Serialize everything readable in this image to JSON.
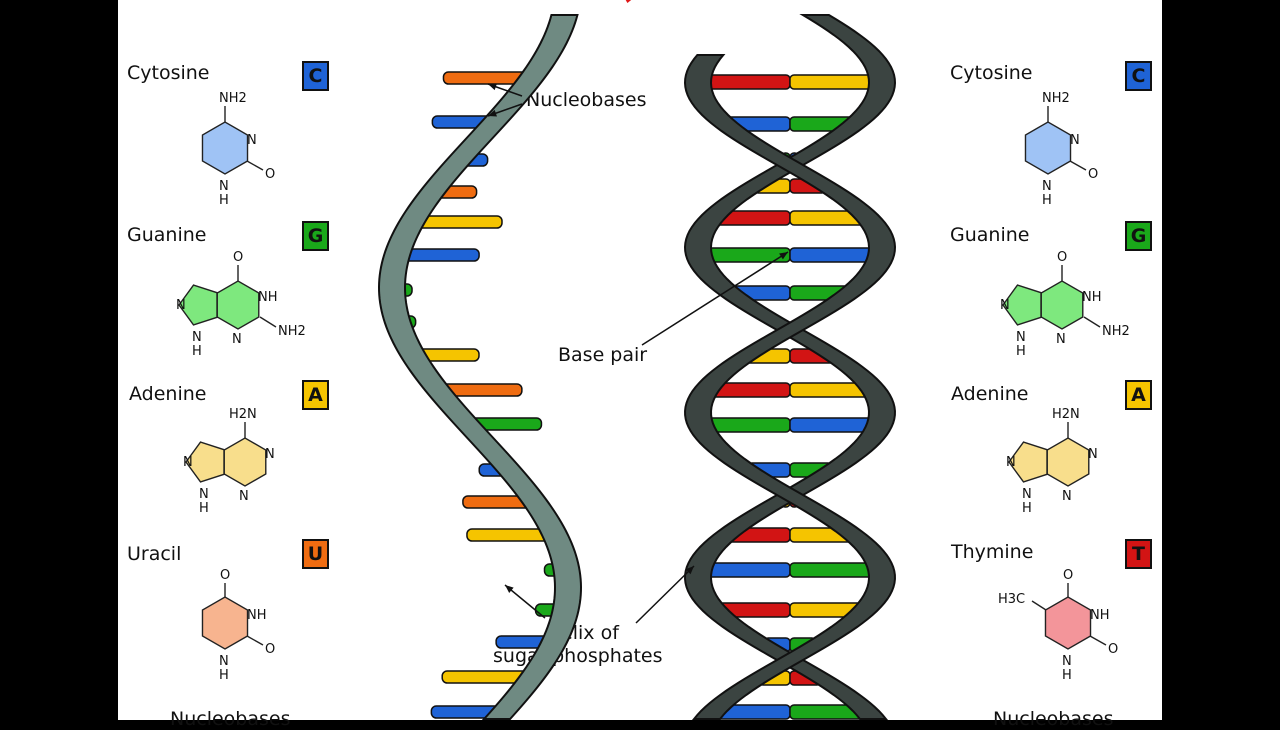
{
  "colors": {
    "cytosine": "#1f63d6",
    "guanine": "#1aa81a",
    "adenine": "#f5c400",
    "uracil": "#ef6c11",
    "thymine": "#d21414",
    "rna_backbone": "#6f8a82",
    "dna_backbone": "#3b4441"
  },
  "left_column": {
    "items": [
      {
        "name": "Cytosine",
        "letter": "C",
        "color": "#1f63d6"
      },
      {
        "name": "Guanine",
        "letter": "G",
        "color": "#1aa81a"
      },
      {
        "name": "Adenine",
        "letter": "A",
        "color": "#f5c400"
      },
      {
        "name": "Uracil",
        "letter": "U",
        "color": "#ef6c11"
      }
    ],
    "footer": "Nucleobases"
  },
  "right_column": {
    "items": [
      {
        "name": "Cytosine",
        "letter": "C",
        "color": "#1f63d6"
      },
      {
        "name": "Guanine",
        "letter": "G",
        "color": "#1aa81a"
      },
      {
        "name": "Adenine",
        "letter": "A",
        "color": "#f5c400"
      },
      {
        "name": "Thymine",
        "letter": "T",
        "color": "#d21414"
      }
    ],
    "footer": "Nucleobases"
  },
  "annotations": {
    "nucleobases": "Nucleobases",
    "base_pair": "Base pair",
    "helix_line1": "helix of",
    "helix_line2": "sugar-phosphates"
  },
  "molecule_labels": {
    "nh2": "NH2",
    "h2n": "H2N",
    "n": "N",
    "h": "H",
    "nh": "NH",
    "o": "O",
    "h3c": "H3C"
  }
}
